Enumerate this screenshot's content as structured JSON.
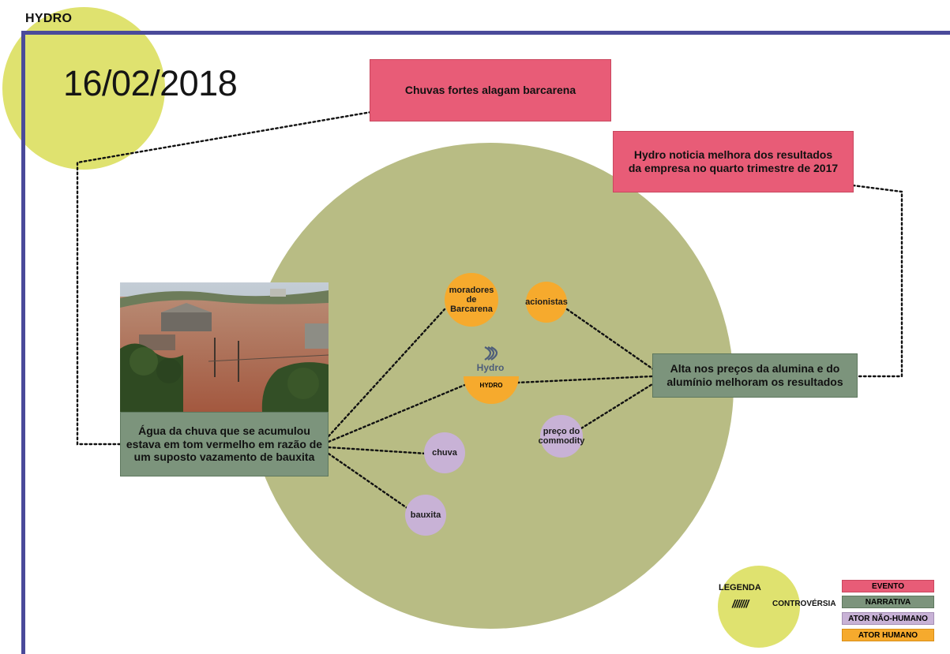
{
  "header": {
    "brand": "HYDRO",
    "date": "16/02/2018"
  },
  "events": {
    "rain": "Chuvas fortes alagam barcarena",
    "results": "Hydro noticia melhora dos resultados da empresa no quarto trimestre de 2017"
  },
  "narratives": {
    "water": "Água da chuva que se acumulou estava em tom vermelho em razão de um suposto vazamento de bauxita",
    "prices": "Alta nos preços da alumina e do alumínio melhoram os resultados"
  },
  "actors": {
    "residents": "moradores de Barcarena",
    "shareholders": "acionistas",
    "hydro_logo": "Hydro",
    "hydro": "HYDRO",
    "rain": "chuva",
    "bauxite": "bauxita",
    "commodity_price": "preço do commodity"
  },
  "legend": {
    "title": "LEGENDA",
    "hatch": "///////",
    "controversy": "CONTROVÉRSIA",
    "event": "EVENTO",
    "narrative": "NARRATIVA",
    "non_human": "ATOR NÃO-HUMANO",
    "human": "ATOR HUMANO"
  },
  "colors": {
    "event": "#e85c77",
    "narrative": "#7c947c",
    "non_human_actor": "#c8b2d6",
    "human_actor": "#f6aa2d",
    "controversy": "#b8bc84",
    "date_circle": "#dfe26f",
    "frame": "#4a4a9a"
  }
}
